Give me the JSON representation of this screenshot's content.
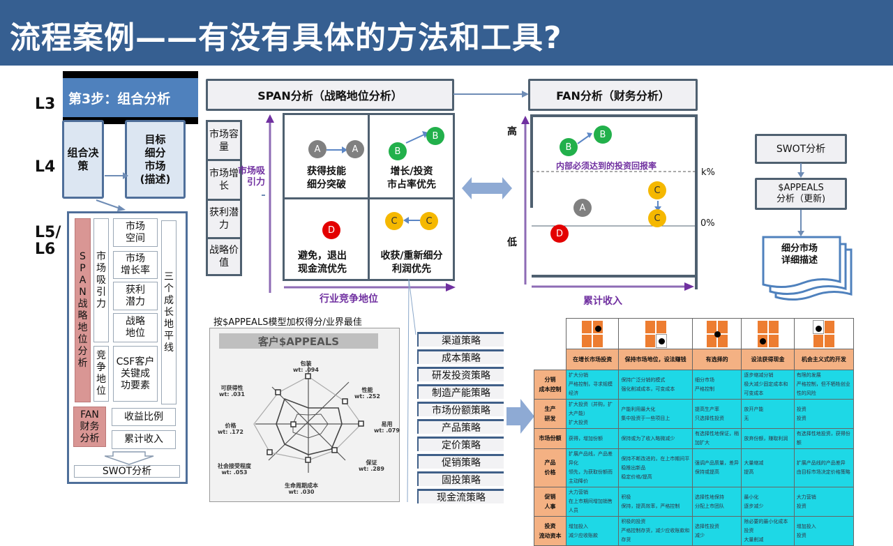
{
  "title": "流程案例——有没有具体的方法和工具?",
  "levels": {
    "l3": "L3",
    "l4": "L4",
    "l56": "L5/\nL6"
  },
  "left_panel": {
    "step_label": "第3步：组合分析",
    "l4_boxes": [
      "组合决\n策",
      "目标\n细分\n市场\n(描述)"
    ],
    "span_label": "SPAN战略地位分析",
    "market_attraction": "市场吸引力",
    "competitive_position": "竞争地位",
    "attraction_items": [
      "市场\n空间",
      "市场\n增长率",
      "获利\n潜力",
      "战略\n地位"
    ],
    "csf": "CSF客户\n关键成\n功要素",
    "growth_horizons": "三个成长地平线",
    "fan_label": "FAN\n财务\n分析",
    "fan_items": [
      "收益比例",
      "累计收入"
    ],
    "swot": "SWOT分析"
  },
  "span": {
    "header": "SPAN分析（战略地位分析）",
    "side_items": [
      "市场容\n量",
      "市场增\n长",
      "获利潜\n力",
      "战略价\n值"
    ],
    "y_axis_label": "市场吸引力",
    "x_axis_label": "行业竞争地位",
    "quadrants": [
      {
        "label": "获得技能\n细分突破",
        "dots": [
          "A",
          "A"
        ]
      },
      {
        "label": "增长/投资\n市占率优先",
        "dots": [
          "B",
          "B"
        ]
      },
      {
        "label": "避免，退出\n现金流优先",
        "dots": [
          "D"
        ]
      },
      {
        "label": "收获/重新细分\n利润优先",
        "dots": [
          "C",
          "C"
        ]
      }
    ]
  },
  "fan": {
    "header": "FAN分析（财务分析）",
    "y_high": "高",
    "y_low": "低",
    "hurdle_label": "内部必须达到的投资回报率",
    "k_label": "k%",
    "zero_label": "0%",
    "x_axis_label": "累计收入",
    "dots": [
      "B",
      "B",
      "C",
      "C",
      "A",
      "D"
    ]
  },
  "right_flow": {
    "swot": "SWOT分析",
    "appeals": "$APPEALS\n分析（更新)",
    "segment_detail": "细分市场\n详细描述"
  },
  "radar": {
    "caption": "按$APPEALS模型加权得分/业界最佳",
    "title": "客户$APPEALS",
    "axes": [
      {
        "name": "包装",
        "wt": "wt: .094"
      },
      {
        "name": "性能",
        "wt": "wt: .252"
      },
      {
        "name": "易用",
        "wt": "wt: .079"
      },
      {
        "name": "保证",
        "wt": "wt: .289"
      },
      {
        "name": "生命周期成本",
        "wt": "wt: .030"
      },
      {
        "name": "社会接受程度",
        "wt": "wt: .053"
      },
      {
        "name": "价格",
        "wt": "wt: .172"
      },
      {
        "name": "可获得性",
        "wt": "wt: .031"
      }
    ]
  },
  "strategies": [
    "渠道策略",
    "成本策略",
    "研发投资策略",
    "制造产能策略",
    "市场份额策略",
    "产品策略",
    "定价策略",
    "促销策略",
    "固投策略",
    "现金流策略"
  ],
  "table": {
    "columns": [
      "在增长市场投资",
      "保持市场地位，设法赚钱",
      "有选择的",
      "设法获得现金",
      "机会主义式的开发"
    ],
    "rows": [
      {
        "heads": [
          "分销",
          "成本控制"
        ],
        "cells": [
          [
            "扩大分销",
            "严格控制，寻求规模经济"
          ],
          [
            "保持广泛分销的模式",
            "强化削减成本，可变成本"
          ],
          [
            "细分市场",
            "严格控制"
          ],
          [
            "逐步缩减分销",
            "极大减少固定成本和可变成本"
          ],
          [
            "有限的发展",
            "严格控制，但不牺牲创业性的风险"
          ]
        ]
      },
      {
        "heads": [
          "生产",
          "研发"
        ],
        "cells": [
          [
            "扩大投资（并购，扩大产能）",
            "扩大投资"
          ],
          [
            "产能利用最大化",
            "集中投资于一些项目上"
          ],
          [
            "提高生产率",
            "只选择性投资"
          ],
          [
            "放开产能",
            "无"
          ],
          [
            "投资",
            "投资"
          ]
        ]
      },
      {
        "heads": [
          "市场份额"
        ],
        "cells": [
          [
            "获得，增加份额"
          ],
          [
            "保持或为了收入略微减少"
          ],
          [
            "有选择性地保证，稍加扩大"
          ],
          [
            "放弃份额，赚取利润"
          ],
          [
            "有选择性地投资，获得份额"
          ]
        ]
      },
      {
        "heads": [
          "产品",
          "价格"
        ],
        "cells": [
          [
            "扩展产品线，产品差异化",
            "领先，为获取份额而主动降价"
          ],
          [
            "保持不断改进的，在上市期间平稳推出新品",
            "稳定价格/提高"
          ],
          [
            "强调产品质量，差异",
            "保持或提高"
          ],
          [
            "大量缩减",
            "提高"
          ],
          [
            "扩展产品线的产品差异",
            "由目标市场决定价格策略"
          ]
        ]
      },
      {
        "heads": [
          "促销",
          "人事"
        ],
        "cells": [
          [
            "大力营销",
            "在上市期间增加销售人员"
          ],
          [
            "积极",
            "保持，提高效率，严格控制"
          ],
          [
            "选择性地保持",
            "分配上市团队"
          ],
          [
            "最小化",
            "逐步减少"
          ],
          [
            "大力营销",
            "投资"
          ]
        ]
      },
      {
        "heads": [
          "投资",
          "流动资本"
        ],
        "cells": [
          [
            "增加投入",
            "减少应收账款"
          ],
          [
            "积极的投资",
            "严格控制存货，减少应收账款和存货"
          ],
          [
            "选择性投资",
            "减少"
          ],
          [
            "除必要的最小化成本投资",
            "大量削减"
          ],
          [
            "增加投入",
            "投资"
          ]
        ]
      }
    ]
  },
  "colors": {
    "title_bg": "#365f91",
    "step_blue": "#4f81bd",
    "pink": "#d99694",
    "purple": "#7030a0",
    "dot_a": "#808080",
    "dot_b": "#22b04b",
    "dot_c": "#f5b800",
    "dot_d": "#e30000",
    "table_orange": "#f4b183",
    "table_cyan": "#1ed8e6"
  }
}
